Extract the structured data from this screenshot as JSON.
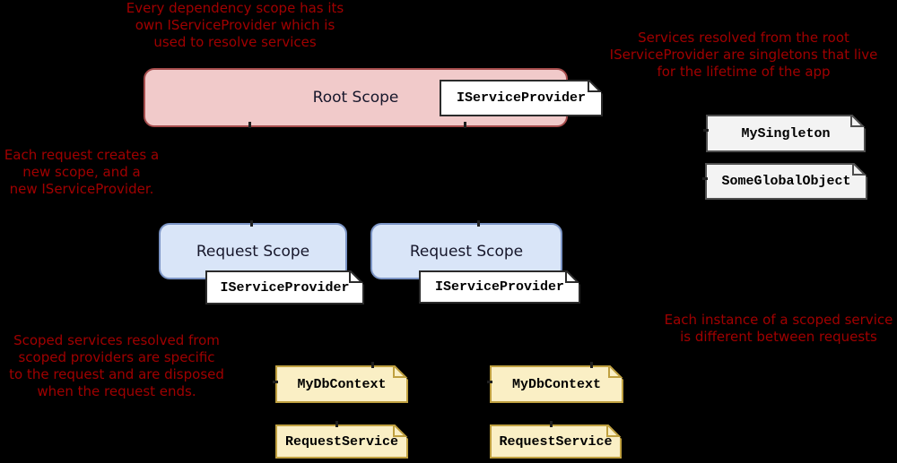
{
  "diagram": {
    "background": "#000000",
    "annotations": {
      "top_left": {
        "lines": [
          "Every dependency scope has its",
          "own IServiceProvider which is",
          "used to resolve services"
        ]
      },
      "top_right": {
        "lines": [
          "Services resolved from the root",
          "IServiceProvider are singletons that live",
          "for the lifetime of the app"
        ]
      },
      "mid_left": {
        "lines": [
          "Each request creates a",
          "new scope, and a",
          "new IServiceProvider."
        ]
      },
      "bottom_left": {
        "lines": [
          "Scoped services resolved from",
          "scoped providers are specific",
          "to the request and are disposed",
          "when the request ends."
        ]
      },
      "mid_right": {
        "lines": [
          "Each instance of a scoped service",
          "is different between requests"
        ]
      }
    },
    "scopes": {
      "root": {
        "label": "Root Scope",
        "provider_label": "IServiceProvider"
      },
      "request_1": {
        "label": "Request Scope",
        "provider_label": "IServiceProvider"
      },
      "request_2": {
        "label": "Request Scope",
        "provider_label": "IServiceProvider"
      }
    },
    "root_services": {
      "singleton": "MySingleton",
      "global_object": "SomeGlobalObject"
    },
    "request_1_services": {
      "db_context": "MyDbContext",
      "request_service": "RequestService"
    },
    "request_2_services": {
      "db_context": "MyDbContext",
      "request_service": "RequestService"
    },
    "colors": {
      "annotation_text": "#a00000",
      "root_scope_fill": "#f1caca",
      "root_scope_border": "#a64d4d",
      "request_scope_fill": "#d9e5f8",
      "request_scope_border": "#7b94c5",
      "provider_note_fill": "#ffffff",
      "provider_note_border": "#2b2b2b",
      "singleton_note_fill": "#f3f3f3",
      "singleton_note_border": "#4f4f4f",
      "scoped_note_fill": "#faefc5",
      "scoped_note_border": "#bfa040",
      "scope_label_text": "#17172b",
      "note_label_text": "#000000"
    }
  }
}
